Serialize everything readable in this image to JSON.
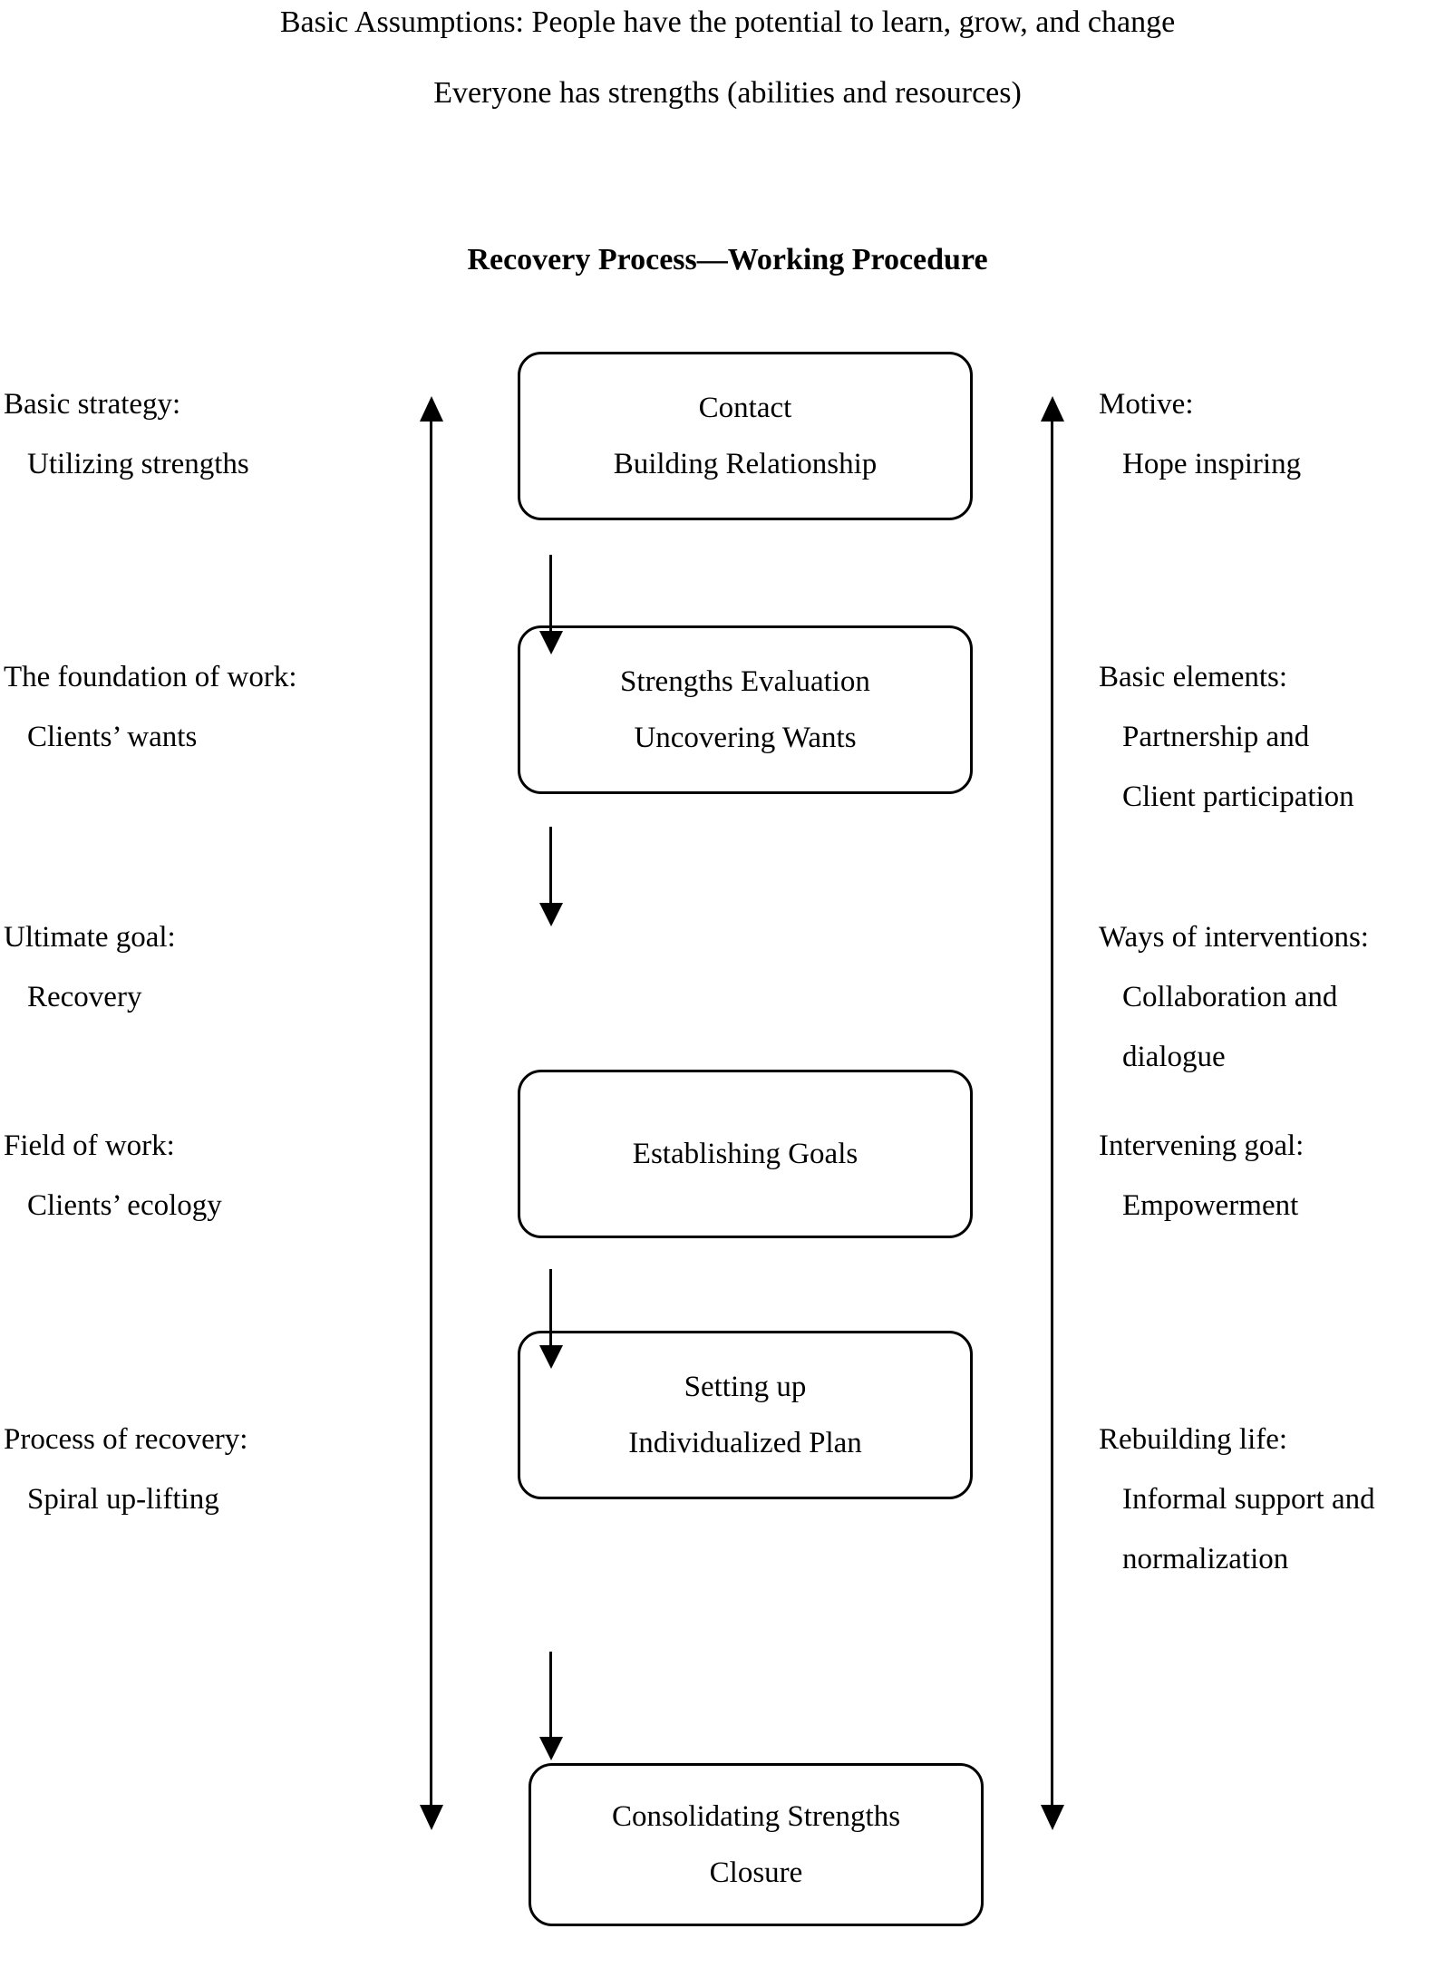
{
  "header": {
    "assumption_line_1": "Basic Assumptions: People have the potential to learn, grow, and change",
    "assumption_line_2": "Everyone has strengths (abilities and resources)",
    "diagram_title": "Recovery Process—Working Procedure"
  },
  "colors": {
    "background": "#ffffff",
    "stroke": "#000000",
    "text": "#000000"
  },
  "process_boxes": [
    {
      "id": "contact",
      "line1": "Contact",
      "line2": "Building Relationship"
    },
    {
      "id": "strengths",
      "line1": "Strengths Evaluation",
      "line2": "Uncovering Wants"
    },
    {
      "id": "goals",
      "line1": "Establishing Goals",
      "line2": ""
    },
    {
      "id": "plan",
      "line1": "Setting up",
      "line2": "Individualized Plan"
    },
    {
      "id": "consolidating",
      "line1": "Consolidating Strengths",
      "line2": "Closure"
    }
  ],
  "left_annotations": [
    {
      "title": "Basic strategy:",
      "sub1": "Utilizing strengths",
      "sub2": ""
    },
    {
      "title": "The foundation of work:",
      "sub1": "Clients’ wants",
      "sub2": ""
    },
    {
      "title": "Ultimate goal:",
      "sub1": "Recovery",
      "sub2": ""
    },
    {
      "title": "Field of work:",
      "sub1": "Clients’ ecology",
      "sub2": ""
    },
    {
      "title": "Process of recovery:",
      "sub1": "Spiral up-lifting",
      "sub2": ""
    }
  ],
  "right_annotations": [
    {
      "title": "Motive:",
      "sub1": "Hope inspiring",
      "sub2": ""
    },
    {
      "title": "Basic elements:",
      "sub1": "Partnership and",
      "sub2": "Client participation"
    },
    {
      "title": "Ways of interventions:",
      "sub1": "Collaboration and",
      "sub2": "dialogue"
    },
    {
      "title": "Intervening goal:",
      "sub1": "Empowerment",
      "sub2": ""
    },
    {
      "title": "Rebuilding life:",
      "sub1": "Informal support and",
      "sub2": "normalization"
    }
  ],
  "arrows": {
    "left_side": {
      "direction": "down",
      "head_top": "up-arrowhead",
      "head_bottom": "down-arrowhead"
    },
    "right_side": {
      "direction": "down",
      "head_top": "up-arrowhead",
      "head_bottom": "down-arrowhead"
    },
    "connectors": [
      {
        "from": "contact",
        "to": "strengths",
        "direction": "down"
      },
      {
        "from": "strengths",
        "to": "goals",
        "direction": "down"
      },
      {
        "from": "goals",
        "to": "plan",
        "direction": "down"
      },
      {
        "from": "plan",
        "to": "consolidating",
        "direction": "down"
      }
    ]
  }
}
